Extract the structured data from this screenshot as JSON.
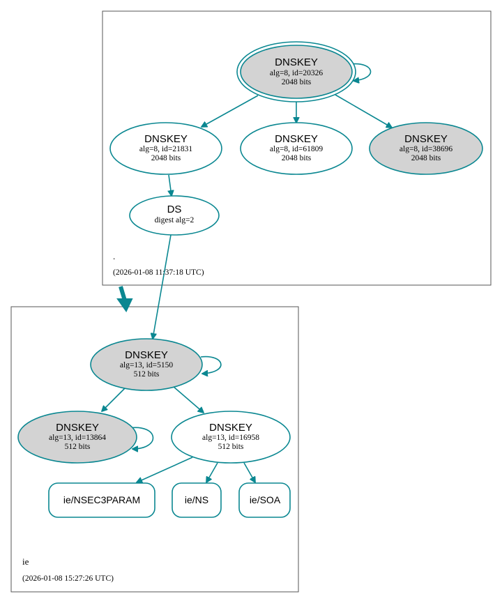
{
  "colors": {
    "edge": "#0a8791",
    "node_border": "#0a8791",
    "filled_node": "#d3d3d3",
    "zone_border": "#555555"
  },
  "root_zone": {
    "name": ".",
    "timestamp": "(2026-01-08 11:37:18 UTC)",
    "ksk": {
      "type": "DNSKEY",
      "line1": "alg=8, id=20326",
      "line2": "2048 bits"
    },
    "zsk1": {
      "type": "DNSKEY",
      "line1": "alg=8, id=21831",
      "line2": "2048 bits"
    },
    "zsk2": {
      "type": "DNSKEY",
      "line1": "alg=8, id=61809",
      "line2": "2048 bits"
    },
    "zsk3": {
      "type": "DNSKEY",
      "line1": "alg=8, id=38696",
      "line2": "2048 bits"
    },
    "ds": {
      "type": "DS",
      "line1": "digest alg=2"
    }
  },
  "ie_zone": {
    "name": "ie",
    "timestamp": "(2026-01-08 15:27:26 UTC)",
    "ksk": {
      "type": "DNSKEY",
      "line1": "alg=13, id=5150",
      "line2": "512 bits"
    },
    "key2": {
      "type": "DNSKEY",
      "line1": "alg=13, id=13864",
      "line2": "512 bits"
    },
    "zsk": {
      "type": "DNSKEY",
      "line1": "alg=13, id=16958",
      "line2": "512 bits"
    },
    "rrsets": {
      "nsec3param": "ie/NSEC3PARAM",
      "ns": "ie/NS",
      "soa": "ie/SOA"
    }
  }
}
